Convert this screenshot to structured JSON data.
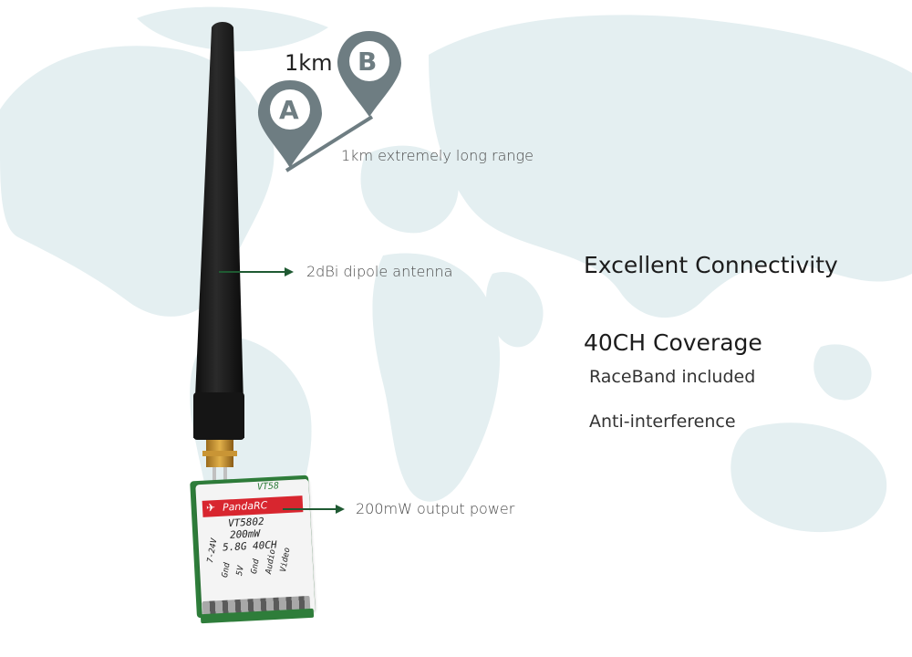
{
  "range": {
    "distance_label": "1km",
    "pin_a_label": "A",
    "pin_b_label": "B",
    "caption": "1km extremely long range"
  },
  "callouts": {
    "antenna": "2dBi dipole antenna",
    "power": "200mW output power"
  },
  "features": {
    "heading_1": "Excellent Connectivity",
    "heading_2": "40CH Coverage",
    "line_1": "RaceBand included",
    "line_2": "Anti-interference"
  },
  "device": {
    "brand": "PandaRC",
    "tab_label": "VT58",
    "model": "VT5802",
    "power": "200mW",
    "band": "5.8G 40CH",
    "pins": [
      "7-24V",
      "Gnd",
      "5V",
      "Gnd",
      "Audio",
      "Video"
    ]
  },
  "colors": {
    "pin_gray": "#6e7d82",
    "arrow_green": "#1f5a32",
    "map_tint": "#e3eef0",
    "pcb_green": "#2e7d3a",
    "brand_red": "#d8262f"
  },
  "icons": [
    "location-pin-a-icon",
    "location-pin-b-icon",
    "world-map-icon",
    "antenna-icon",
    "vtx-board-icon"
  ]
}
